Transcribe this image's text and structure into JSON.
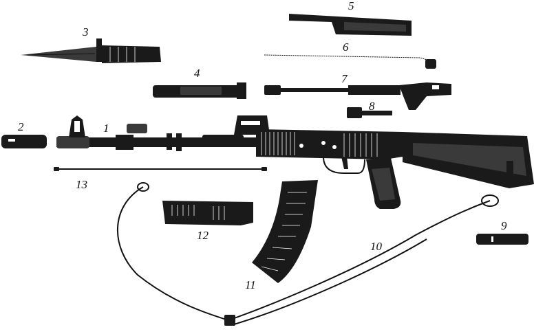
{
  "parts": [
    {
      "label": "1",
      "icon": "receiver-barrel-icon"
    },
    {
      "label": "2",
      "icon": "muzzle-brake-icon"
    },
    {
      "label": "3",
      "icon": "bayonet-icon"
    },
    {
      "label": "4",
      "icon": "gas-tube-icon"
    },
    {
      "label": "5",
      "icon": "receiver-cover-icon"
    },
    {
      "label": "6",
      "icon": "return-spring-icon"
    },
    {
      "label": "7",
      "icon": "bolt-carrier-icon"
    },
    {
      "label": "8",
      "icon": "bolt-icon"
    },
    {
      "label": "9",
      "icon": "oiler-icon"
    },
    {
      "label": "10",
      "icon": "sling-icon"
    },
    {
      "label": "11",
      "icon": "magazine-icon"
    },
    {
      "label": "12",
      "icon": "handguard-icon"
    },
    {
      "label": "13",
      "icon": "cleaning-rod-icon"
    }
  ]
}
